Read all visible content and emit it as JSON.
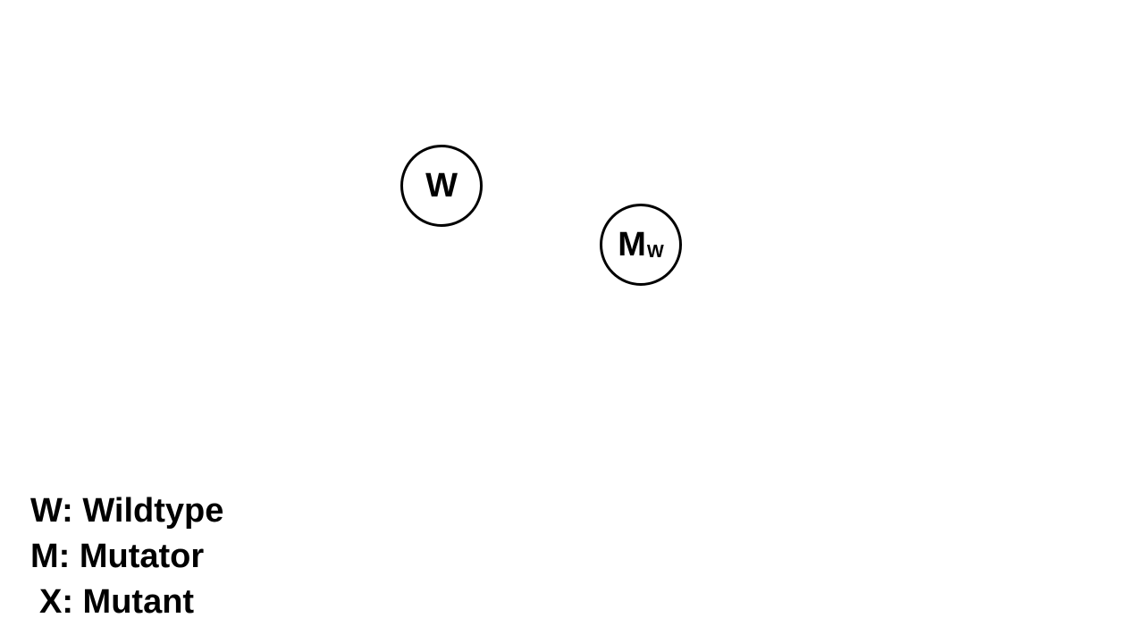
{
  "diagram": {
    "nodes": [
      {
        "id": "w",
        "label": "W",
        "subscript": ""
      },
      {
        "id": "mw",
        "label": "M",
        "subscript": "W"
      }
    ],
    "legend": [
      {
        "key": "W",
        "text": "W: Wildtype"
      },
      {
        "key": "M",
        "text": "M: Mutator"
      },
      {
        "key": "X",
        "text": "X: Mutant"
      }
    ]
  }
}
